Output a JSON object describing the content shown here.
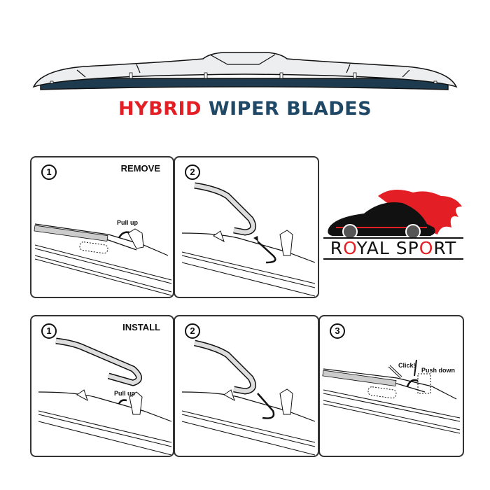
{
  "header": {
    "title_part1": "HYBRID",
    "title_part2": "WIPER BLADES",
    "colors": {
      "accent_red": "#e31e24",
      "accent_blue": "#1f4766",
      "blade_dark": "#1e3a4e"
    }
  },
  "remove": {
    "title": "REMOVE",
    "steps": [
      {
        "number": "1",
        "labels": [
          "Pull up"
        ]
      },
      {
        "number": "2",
        "labels": []
      }
    ]
  },
  "install": {
    "title": "INSTALL",
    "steps": [
      {
        "number": "1",
        "labels": [
          "Pull up"
        ]
      },
      {
        "number": "2",
        "labels": []
      },
      {
        "number": "3",
        "labels": [
          "Click!",
          "Push down"
        ]
      }
    ]
  },
  "brand": {
    "name_part1": "R",
    "name_o": "O",
    "name_part2": "YAL SP",
    "name_o2": "O",
    "name_part3": "RT",
    "colors": {
      "flame": "#e31e24",
      "car": "#111111"
    }
  }
}
